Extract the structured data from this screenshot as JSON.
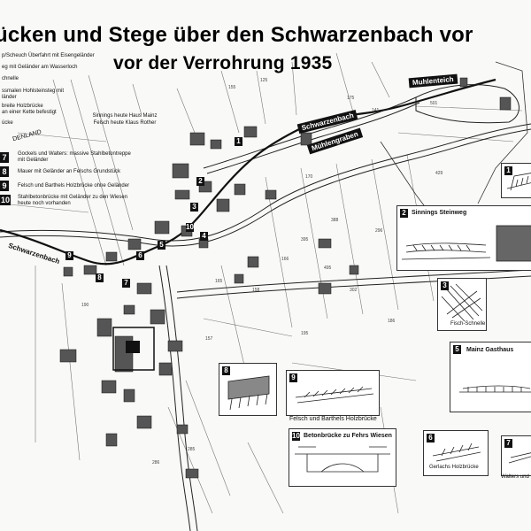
{
  "title": {
    "line1": "ücken und Stege über den Schwarzenbach vor",
    "line2": "vor der Verrohrung 1935"
  },
  "legend_top": [
    "p/Scheuch Überfahrt mit Eisengeländer",
    "eg mit Geländer am Wasserloch",
    "chnelle",
    "ssmalen Hohlsteinsteg mit",
    "länder",
    "breite Holzbrücke",
    "an einer Kette befestigt",
    "ücke"
  ],
  "legend_lower": [
    {
      "num": "7",
      "lines": [
        "Gockels und Walters: massive Stahlbetontreppe",
        "mit Geländer"
      ]
    },
    {
      "num": "8",
      "lines": [
        "Mauer mit Geländer an Felschs Grundstück"
      ]
    },
    {
      "num": "9",
      "lines": [
        "Felsch und Barthels Holzbrücke ohne Geländer"
      ]
    },
    {
      "num": "10",
      "lines": [
        "Stahlbetonbrücke mit Geländer zu den Wiesen",
        "heute noch vorhanden"
      ]
    }
  ],
  "info_box": [
    "Sinnings heute Haus Mainz",
    "Felsch heute Klaus Rother"
  ],
  "map_labels": {
    "denland": "DENLAND",
    "schwarzenbach_left": "Schwarzenbach",
    "schwarzenbach_top": "Schwarzenbach",
    "muhlengraben": "Mühlengraben",
    "muhlenteich": "Muhlenteich"
  },
  "markers": [
    "1",
    "2",
    "3",
    "4",
    "5",
    "6",
    "7",
    "8",
    "9",
    "10"
  ],
  "parcels": [
    "125",
    "166",
    "158",
    "157",
    "495",
    "395",
    "388",
    "195",
    "186",
    "429",
    "296",
    "170",
    "155",
    "141",
    "165",
    "501",
    "175",
    "286",
    "285",
    "190",
    "302"
  ],
  "insets": [
    {
      "num": "1",
      "caption": ""
    },
    {
      "num": "2",
      "caption": "Sinnings Steinweg"
    },
    {
      "num": "3",
      "caption": "Fisch-Schnelle"
    },
    {
      "num": "5",
      "caption": "Mainz Gasthaus"
    },
    {
      "num": "8",
      "caption": ""
    },
    {
      "num": "9",
      "caption": "Felsch und Barthels Holzbrücke"
    },
    {
      "num": "10",
      "caption": "Betonbrücke zu Fehrs Wiesen"
    },
    {
      "num": "6",
      "caption": "Gerlachs Holzbrücke"
    },
    {
      "num": "7",
      "caption": "Walters und"
    }
  ],
  "colors": {
    "ink": "#111111",
    "paper": "#f9f9f7",
    "water": "#111111"
  }
}
